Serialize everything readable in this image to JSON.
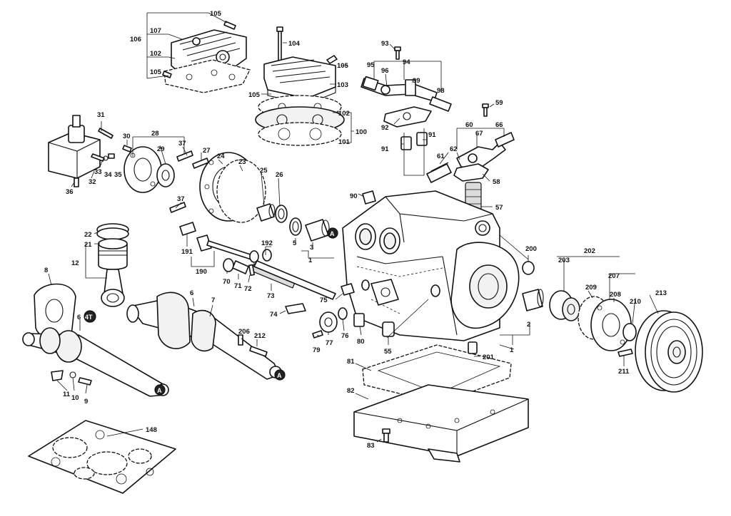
{
  "labels": {
    "l105a": "105",
    "l106": "106",
    "l107": "107",
    "l102a": "102",
    "l105b": "105",
    "l104": "104",
    "l105c": "105",
    "l103": "103",
    "l105d": "105",
    "l102b": "102",
    "l100": "100",
    "l101": "101",
    "l93": "93",
    "l94": "94",
    "l95": "95",
    "l96": "96",
    "l99": "99",
    "l98": "98",
    "l92": "92",
    "l91a": "91",
    "l91b": "91",
    "l59": "59",
    "l60": "60",
    "l67": "67",
    "l66": "66",
    "l61": "61",
    "l62": "62",
    "l58": "58",
    "l57": "57",
    "l90": "90",
    "l31": "31",
    "l30": "30",
    "l28": "28",
    "l29": "29",
    "l37a": "37",
    "l27": "27",
    "l24": "24",
    "l23": "23",
    "l25": "25",
    "l26": "26",
    "l33": "33",
    "l34": "34",
    "l35": "35",
    "l36": "36",
    "l32": "32",
    "l37b": "37",
    "l22": "22",
    "l21": "21",
    "l12": "12",
    "l5": "5",
    "l3": "3",
    "l1a": "1",
    "l191": "191",
    "l192": "192",
    "l190": "190",
    "l70": "70",
    "l71": "71",
    "l72": "72",
    "l73": "73",
    "l8": "8",
    "l6a": "6",
    "l7": "7",
    "l75": "75",
    "l74": "74",
    "l6b": "6",
    "l206": "206",
    "l212": "212",
    "l76": "76",
    "l77": "77",
    "l79": "79",
    "l80": "80",
    "l55": "55",
    "l11": "11",
    "l10": "10",
    "l9": "9",
    "l200": "200",
    "l202": "202",
    "l203": "203",
    "l207": "207",
    "l209": "209",
    "l208": "208",
    "l210": "210",
    "l213": "213",
    "l2": "2",
    "l1b": "1",
    "l201": "201",
    "l211": "211",
    "l81": "81",
    "l82": "82",
    "l83": "83",
    "l148": "148"
  },
  "badges": {
    "a1": "A",
    "a2": "A",
    "a3": "A",
    "t4": "4T"
  }
}
